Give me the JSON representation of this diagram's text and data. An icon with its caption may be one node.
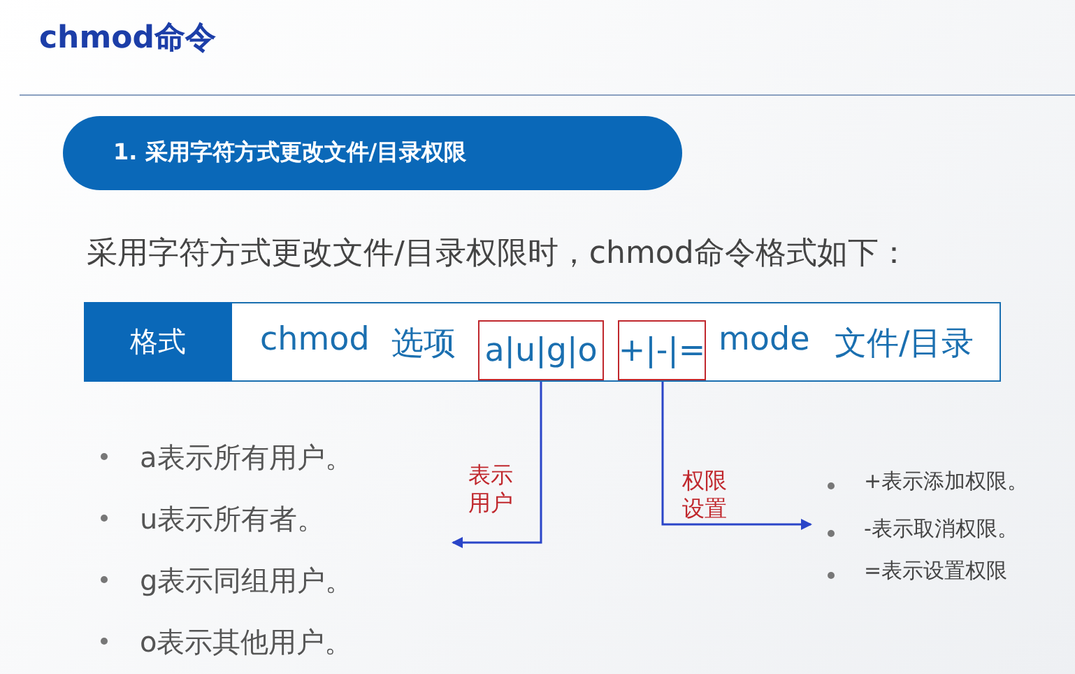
{
  "diagram": {
    "title": "chmod命令",
    "nodes": [
      {
        "text": [
          "1. 采用字符方式更改文件/目录权限"
        ]
      },
      {
        "text": [
          "格式"
        ]
      },
      {
        "text": [
          "a|u|g|o"
        ]
      },
      {
        "text": [
          "+|-|="
        ]
      }
    ],
    "edges": [
      {
        "from": 2,
        "to": null,
        "arrow": "to",
        "label": "表示用户"
      },
      {
        "from": 3,
        "to": null,
        "arrow": "to",
        "label": "权限设置"
      }
    ],
    "labels": [
      "采用字符方式更改文件/目录权限时，chmod命令格式如下：",
      "chmod",
      "选项",
      "mode",
      "文件/目录",
      "a表示所有用户。",
      "u表示所有者。",
      "g表示同组用户。",
      "o表示其他用户。",
      "+表示添加权限。",
      "-表示取消权限。",
      "=表示设置权限"
    ]
  }
}
